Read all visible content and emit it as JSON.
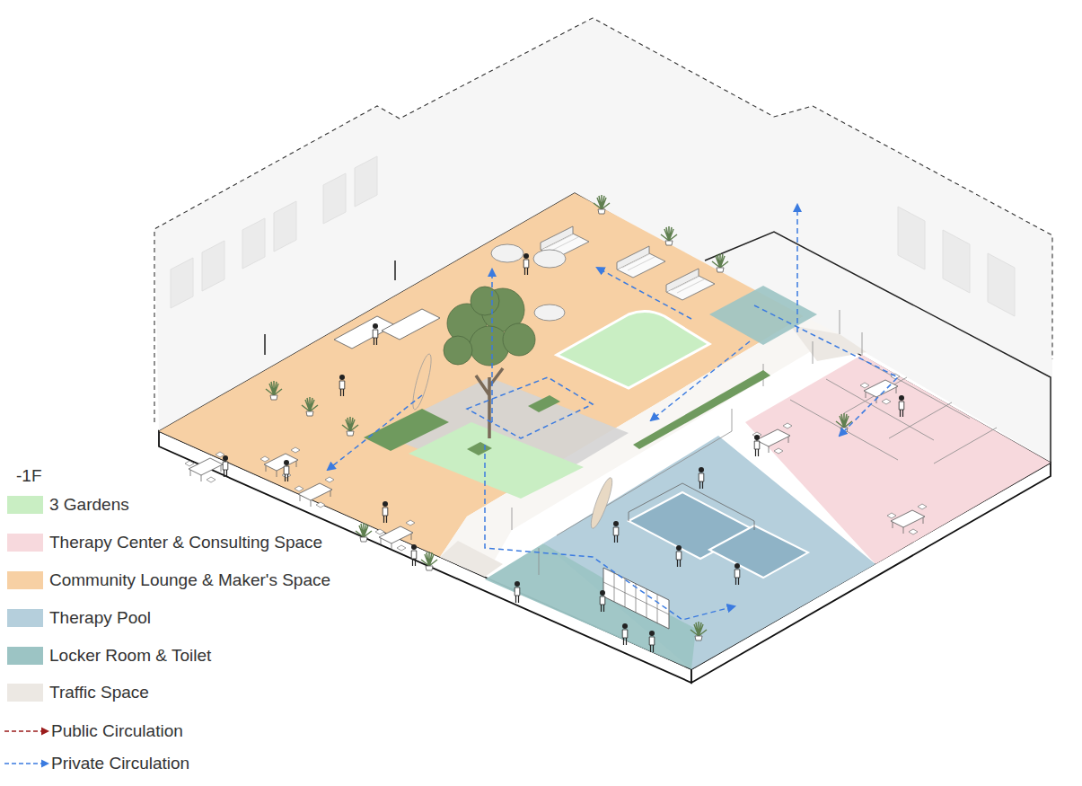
{
  "diagram": {
    "labels": [
      "-1F"
    ],
    "legend": [
      {
        "text": "3 Gardens",
        "color": "#c9eec3"
      },
      {
        "text": "Therapy Center & Consulting Space",
        "color": "#f7d9dd"
      },
      {
        "text": "Community Lounge & Maker's Space",
        "color": "#f7d0a4"
      },
      {
        "text": "Therapy Pool",
        "color": "#b5cfdc"
      },
      {
        "text": "Locker Room & Toilet",
        "color": "#9cc4c4"
      },
      {
        "text": "Traffic Space",
        "color": "#ece8e3"
      },
      {
        "text": "Public Circulation"
      },
      {
        "text": "Private Circulation"
      }
    ]
  }
}
